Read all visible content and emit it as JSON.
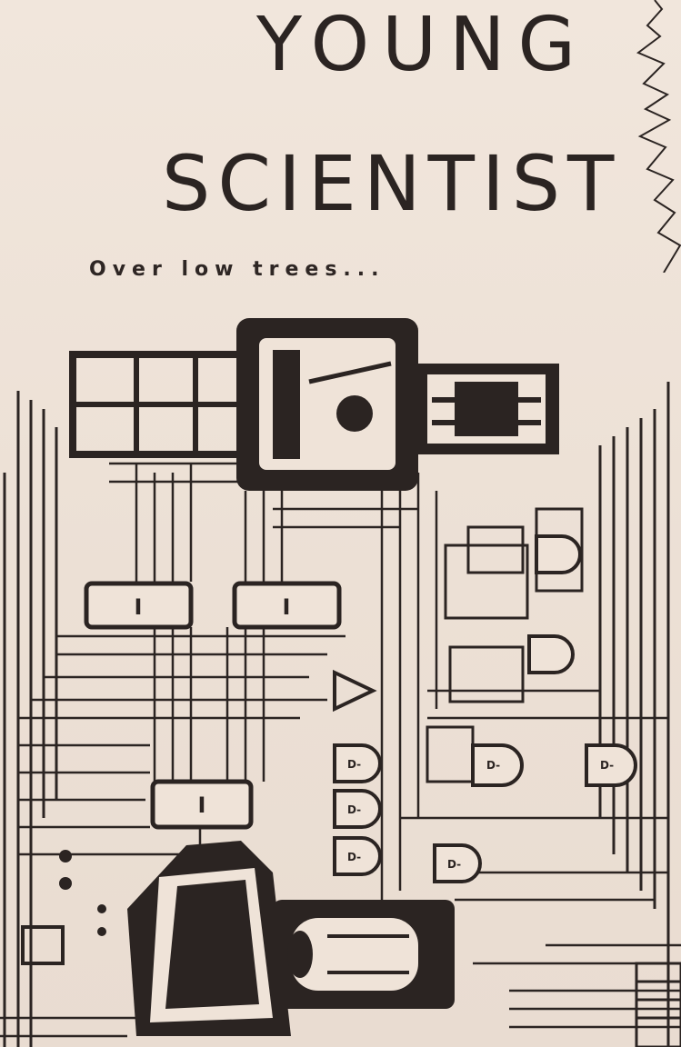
{
  "cover": {
    "title_line_1": "YOUNG",
    "title_line_2": "SCIENTIST",
    "subtitle": "Over low trees...",
    "ink_color": "#2b2422",
    "paper_color": "#efe3d8"
  },
  "illustration": {
    "subject": "circuit-schematic-with-machines",
    "block_label": "I",
    "gate_label": "D-"
  }
}
